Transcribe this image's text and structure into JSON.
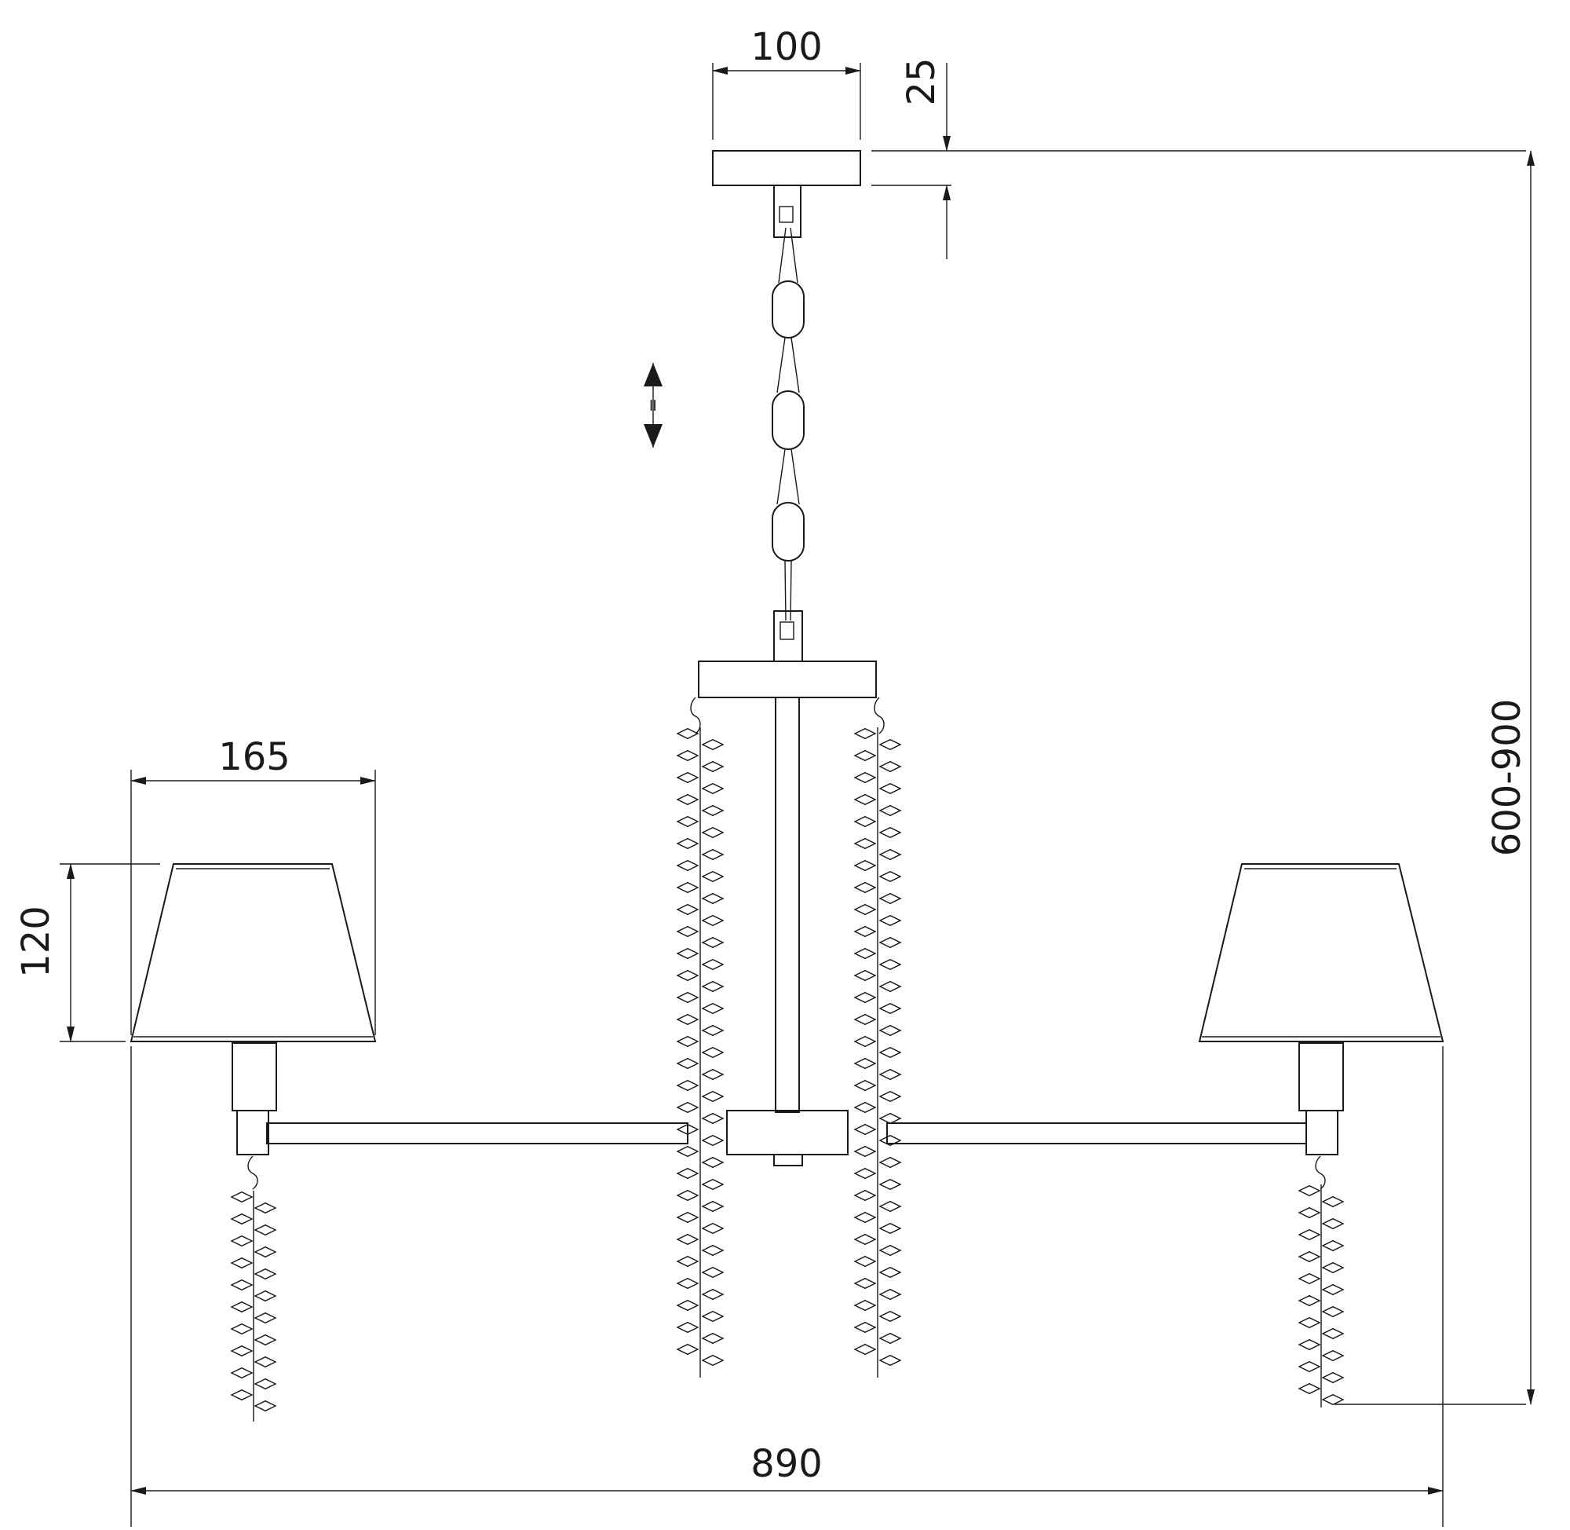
{
  "dimensions": {
    "canopy_width": "100",
    "canopy_height": "25",
    "shade_width": "165",
    "shade_height": "120",
    "overall_width": "890",
    "overall_height": "600-900",
    "chain_adjustable_symbol": "="
  },
  "colors": {
    "line": "#1a1a1a",
    "background": "#ffffff"
  }
}
